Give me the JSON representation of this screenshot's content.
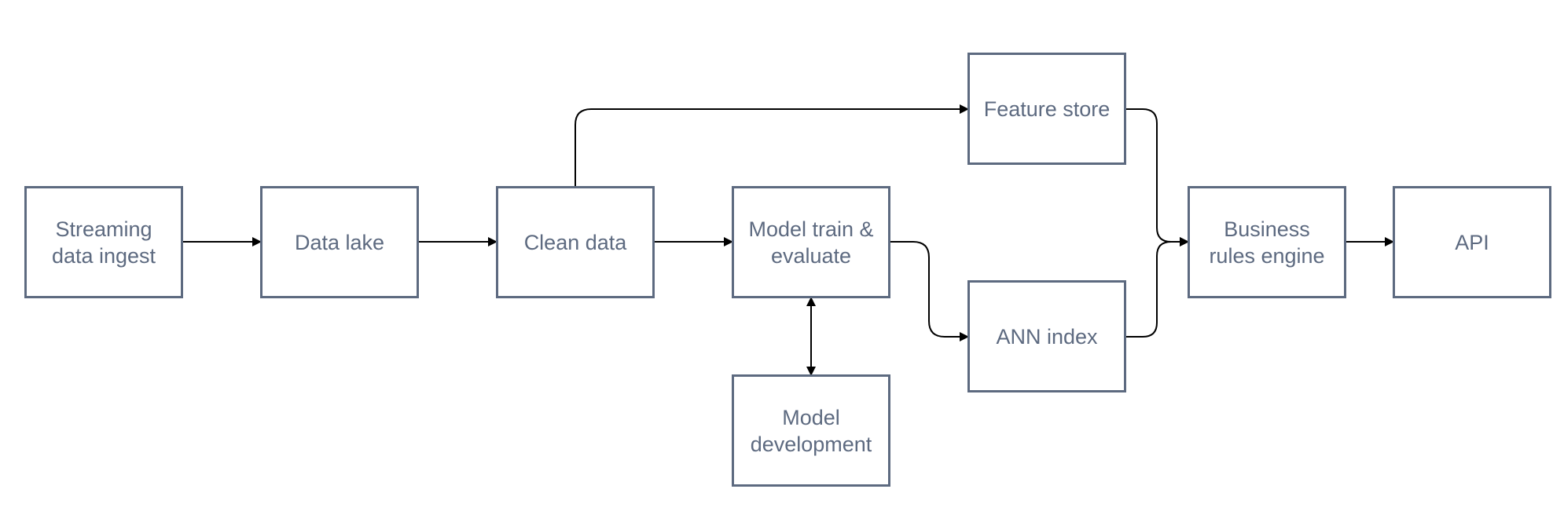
{
  "nodes": {
    "streaming_ingest": "Streaming\ndata ingest",
    "data_lake": "Data lake",
    "clean_data": "Clean data",
    "model_train": "Model train &\nevaluate",
    "model_dev": "Model\ndevelopment",
    "feature_store": "Feature store",
    "ann_index": "ANN index",
    "business_rules": "Business\nrules engine",
    "api": "API"
  },
  "colors": {
    "node_border": "#5d6a80",
    "node_text": "#5d6a80",
    "edge": "#000000"
  }
}
